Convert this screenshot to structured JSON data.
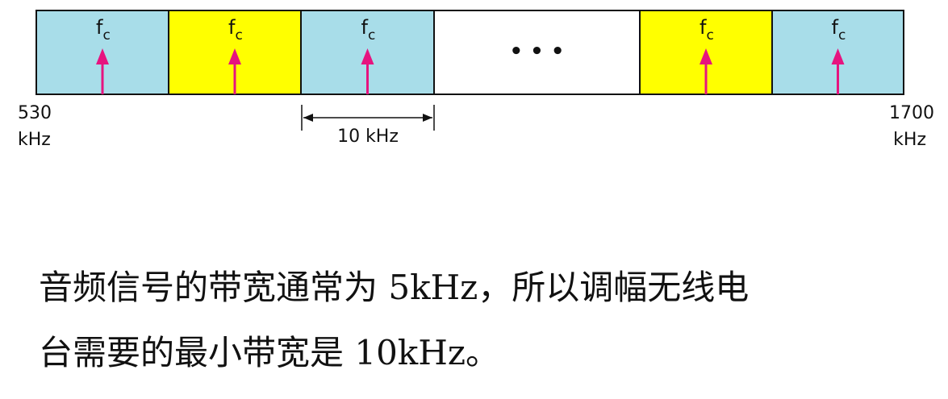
{
  "diagram": {
    "bands": [
      {
        "fill": "#a8dde9",
        "label": "f",
        "sub": "c"
      },
      {
        "fill": "#ffff00",
        "label": "f",
        "sub": "c"
      },
      {
        "fill": "#a8dde9",
        "label": "f",
        "sub": "c"
      },
      {
        "fill": "#ffffff",
        "ellipsis": "• • •"
      },
      {
        "fill": "#ffff00",
        "label": "f",
        "sub": "c"
      },
      {
        "fill": "#a8dde9",
        "label": "f",
        "sub": "c"
      }
    ],
    "arrow_color": "#e6147f",
    "left_freq": {
      "value": "530",
      "unit": "kHz"
    },
    "right_freq": {
      "value": "1700",
      "unit": "kHz"
    },
    "spacing_label": "10 kHz"
  },
  "caption": {
    "line1": "音频信号的带宽通常为 5kHz，所以调幅无线电",
    "line2": "台需要的最小带宽是 10kHz。"
  }
}
